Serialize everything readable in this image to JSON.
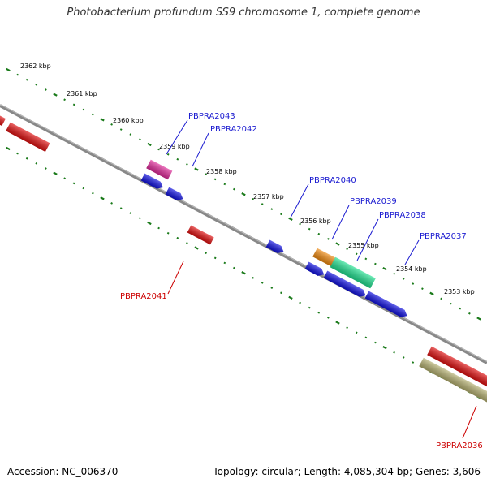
{
  "title": "Photobacterium profundum SS9 chromosome 1, complete genome",
  "footer": {
    "accession": "Accession: NC_006370",
    "summary": "Topology: circular; Length: 4,085,304 bp; Genes: 3,606"
  },
  "colors": {
    "backbone": "#7f7f7f",
    "ticks": "#1a7a1a",
    "forward_label": "#1a1ad0",
    "reverse_label": "#cc0000"
  },
  "scale_labels": [
    "2362 kbp",
    "2361 kbp",
    "2360 kbp",
    "2359 kbp",
    "2358 kbp",
    "2357 kbp",
    "2356 kbp",
    "2355 kbp",
    "2354 kbp",
    "2353 kbp"
  ],
  "gene_labels": [
    {
      "text": "PBPRA2043",
      "strand": "forward"
    },
    {
      "text": "PBPRA2042",
      "strand": "forward"
    },
    {
      "text": "PBPRA2040",
      "strand": "forward"
    },
    {
      "text": "PBPRA2039",
      "strand": "forward"
    },
    {
      "text": "PBPRA2038",
      "strand": "forward"
    },
    {
      "text": "PBPRA2037",
      "strand": "forward"
    },
    {
      "text": "PBPRA2041",
      "strand": "reverse"
    },
    {
      "text": "PBPRA2036",
      "strand": "reverse"
    }
  ],
  "features": [
    {
      "name": "red-feature-left",
      "color": "#e01010"
    },
    {
      "name": "red-feature-far-left",
      "color": "#e01010"
    },
    {
      "name": "pink-feature",
      "color": "#e02a9a"
    },
    {
      "name": "blue-feature-1",
      "color": "#1010e0"
    },
    {
      "name": "blue-feature-2",
      "color": "#1010e0"
    },
    {
      "name": "red-feature-mid",
      "color": "#e01010"
    },
    {
      "name": "blue-feature-3",
      "color": "#1010e0"
    },
    {
      "name": "orange-feature",
      "color": "#f08a10"
    },
    {
      "name": "green-feature",
      "color": "#20e090"
    },
    {
      "name": "blue-feature-4",
      "color": "#1010e0"
    },
    {
      "name": "blue-feature-5",
      "color": "#1010e0"
    },
    {
      "name": "blue-feature-6",
      "color": "#1010e0"
    },
    {
      "name": "red-feature-right",
      "color": "#e01010"
    },
    {
      "name": "olive-feature-right",
      "color": "#b5b070"
    }
  ]
}
